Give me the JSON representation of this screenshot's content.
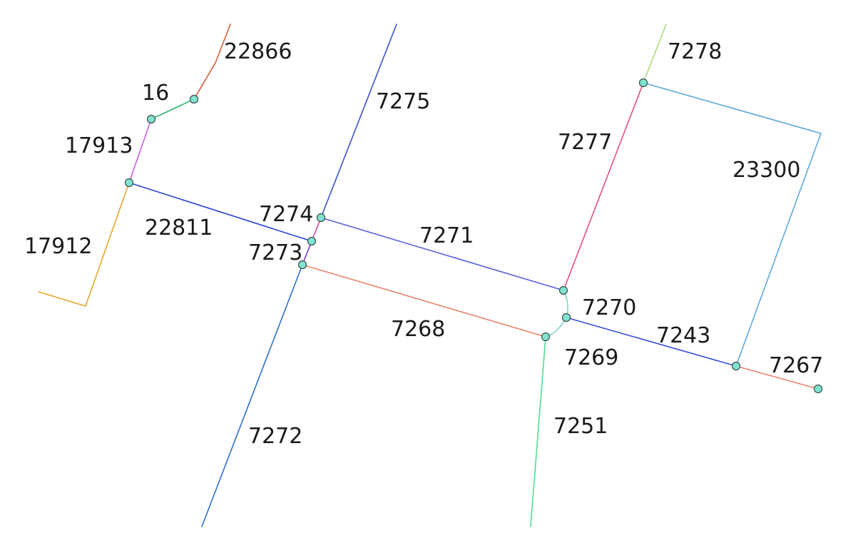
{
  "map": {
    "segments": [
      {
        "id": "22866",
        "color": "#d4603e"
      },
      {
        "id": "16",
        "color": "#2db86c"
      },
      {
        "id": "17913",
        "color": "#c85fe0"
      },
      {
        "id": "17912",
        "color": "#e8a52a"
      },
      {
        "id": "22811",
        "color": "#2c44d6"
      },
      {
        "id": "7275",
        "color": "#3a4fd0"
      },
      {
        "id": "7274",
        "color": "#d04aa8"
      },
      {
        "id": "7273",
        "color": "#7a3ad0"
      },
      {
        "id": "7272",
        "color": "#2d6fd2"
      },
      {
        "id": "7271",
        "color": "#5560d8"
      },
      {
        "id": "7268",
        "color": "#e8846a"
      },
      {
        "id": "7277",
        "color": "#e64c8c"
      },
      {
        "id": "7278",
        "color": "#a8dc7c"
      },
      {
        "id": "23300",
        "color": "#5eaad8"
      },
      {
        "id": "7270",
        "color": "#7fd6c4"
      },
      {
        "id": "7269",
        "color": "#7fd6c4"
      },
      {
        "id": "7243",
        "color": "#3a4fd8"
      },
      {
        "id": "7267",
        "color": "#e8846a"
      },
      {
        "id": "7251",
        "color": "#4ede8e"
      }
    ],
    "node_color": "#7fe3cf"
  }
}
